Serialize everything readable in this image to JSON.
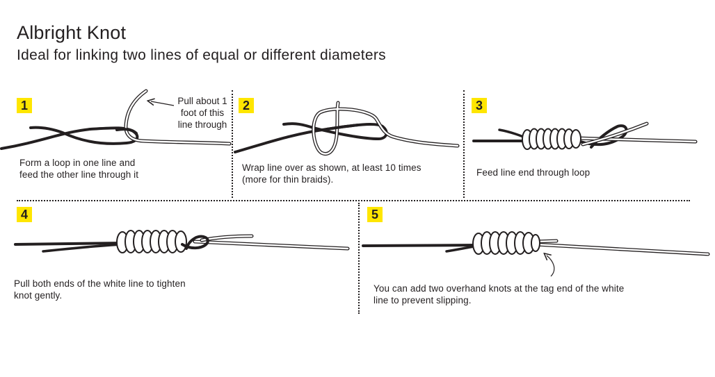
{
  "header": {
    "title": "Albright Knot",
    "subtitle": "Ideal for linking two lines of equal or different diameters"
  },
  "steps": [
    {
      "number": "1",
      "caption": "Form a loop in one line and\nfeed the other line through it",
      "note": "Pull about 1\nfoot of this\nline through"
    },
    {
      "number": "2",
      "caption": "Wrap line over as shown, at least 10 times\n(more for thin braids)."
    },
    {
      "number": "3",
      "caption": "Feed line end through loop"
    },
    {
      "number": "4",
      "caption": "Pull both ends of the white line to tighten\nknot gently."
    },
    {
      "number": "5",
      "caption": "You can add two overhand knots at the tag end of the white\nline to prevent slipping."
    }
  ],
  "colors": {
    "badge": "#ffe600",
    "dark_line": "#231f20",
    "white_line": "#ffffff"
  }
}
